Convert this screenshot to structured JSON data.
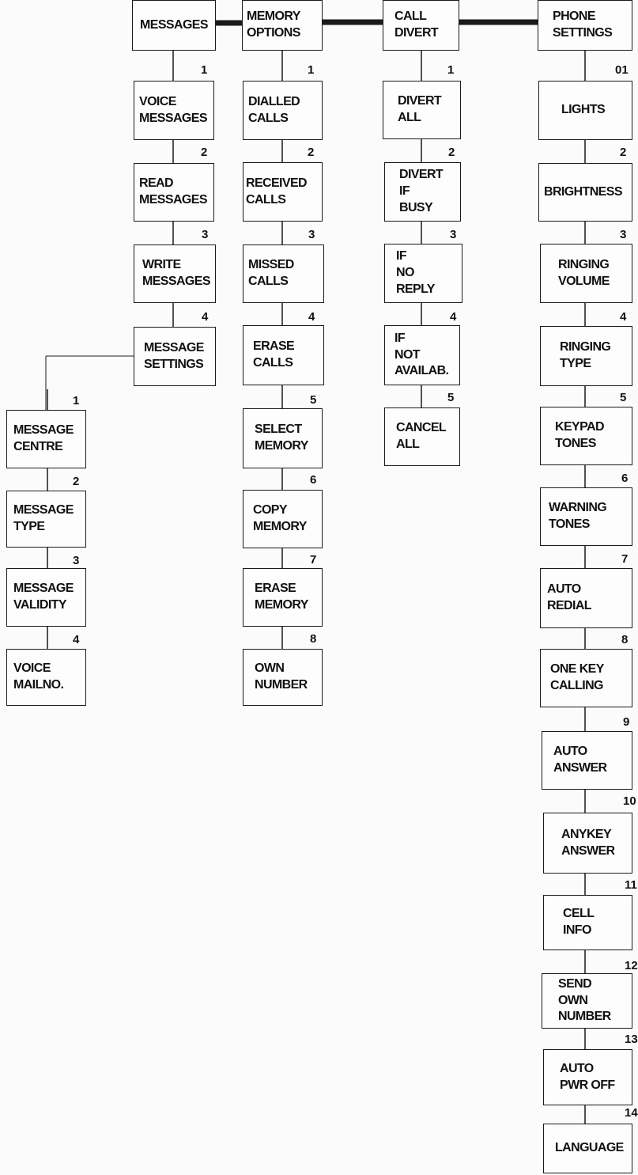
{
  "menus": [
    {
      "id": "messages",
      "title": [
        "MESSAGES"
      ],
      "items": [
        {
          "number": "1",
          "lines": [
            "VOICE",
            "MESSAGES"
          ]
        },
        {
          "number": "2",
          "lines": [
            "READ",
            "MESSAGES"
          ]
        },
        {
          "number": "3",
          "lines": [
            "WRITE",
            "MESSAGES"
          ]
        },
        {
          "number": "4",
          "lines": [
            "MESSAGE",
            "SETTINGS"
          ]
        }
      ]
    },
    {
      "id": "message-settings",
      "title": [],
      "items": [
        {
          "number": "1",
          "lines": [
            "MESSAGE",
            "CENTRE"
          ]
        },
        {
          "number": "2",
          "lines": [
            "MESSAGE",
            "TYPE"
          ]
        },
        {
          "number": "3",
          "lines": [
            "MESSAGE",
            "VALIDITY"
          ]
        },
        {
          "number": "4",
          "lines": [
            "VOICE",
            "MAILNO."
          ]
        }
      ]
    },
    {
      "id": "memory-options",
      "title": [
        "MEMORY",
        "OPTIONS"
      ],
      "items": [
        {
          "number": "1",
          "lines": [
            "DIALLED",
            "CALLS"
          ]
        },
        {
          "number": "2",
          "lines": [
            "RECEIVED",
            "CALLS"
          ]
        },
        {
          "number": "3",
          "lines": [
            "MISSED",
            "CALLS"
          ]
        },
        {
          "number": "4",
          "lines": [
            "ERASE",
            "CALLS"
          ]
        },
        {
          "number": "5",
          "lines": [
            "SELECT",
            "MEMORY"
          ]
        },
        {
          "number": "6",
          "lines": [
            "COPY",
            "MEMORY"
          ]
        },
        {
          "number": "7",
          "lines": [
            "ERASE",
            "MEMORY"
          ]
        },
        {
          "number": "8",
          "lines": [
            "OWN",
            "NUMBER"
          ]
        }
      ]
    },
    {
      "id": "call-divert",
      "title": [
        "CALL",
        "DIVERT"
      ],
      "items": [
        {
          "number": "1",
          "lines": [
            "DIVERT",
            "ALL"
          ]
        },
        {
          "number": "2",
          "lines": [
            "DIVERT",
            "IF",
            "BUSY"
          ]
        },
        {
          "number": "3",
          "lines": [
            "IF",
            "NO",
            "REPLY"
          ]
        },
        {
          "number": "4",
          "lines": [
            "IF",
            "NOT",
            "AVAILAB."
          ]
        },
        {
          "number": "5",
          "lines": [
            "CANCEL",
            "ALL"
          ]
        }
      ]
    },
    {
      "id": "phone-settings",
      "title": [
        "PHONE",
        "SETTINGS"
      ],
      "items": [
        {
          "number": "01",
          "lines": [
            "LIGHTS"
          ]
        },
        {
          "number": "2",
          "lines": [
            "BRIGHTNESS"
          ]
        },
        {
          "number": "3",
          "lines": [
            "RINGING",
            "VOLUME"
          ]
        },
        {
          "number": "4",
          "lines": [
            "RINGING",
            "TYPE"
          ]
        },
        {
          "number": "5",
          "lines": [
            "KEYPAD",
            "TONES"
          ]
        },
        {
          "number": "6",
          "lines": [
            "WARNING",
            "TONES"
          ]
        },
        {
          "number": "7",
          "lines": [
            "AUTO",
            "REDIAL"
          ]
        },
        {
          "number": "8",
          "lines": [
            "ONE KEY",
            "CALLING"
          ]
        },
        {
          "number": "9",
          "lines": [
            "AUTO",
            "ANSWER"
          ]
        },
        {
          "number": "10",
          "lines": [
            "ANYKEY",
            "ANSWER"
          ]
        },
        {
          "number": "11",
          "lines": [
            "CELL",
            "INFO"
          ]
        },
        {
          "number": "12",
          "lines": [
            "SEND",
            "OWN",
            "NUMBER"
          ]
        },
        {
          "number": "13",
          "lines": [
            "AUTO",
            "PWR OFF"
          ]
        },
        {
          "number": "14",
          "lines": [
            "LANGUAGE"
          ]
        }
      ]
    }
  ]
}
